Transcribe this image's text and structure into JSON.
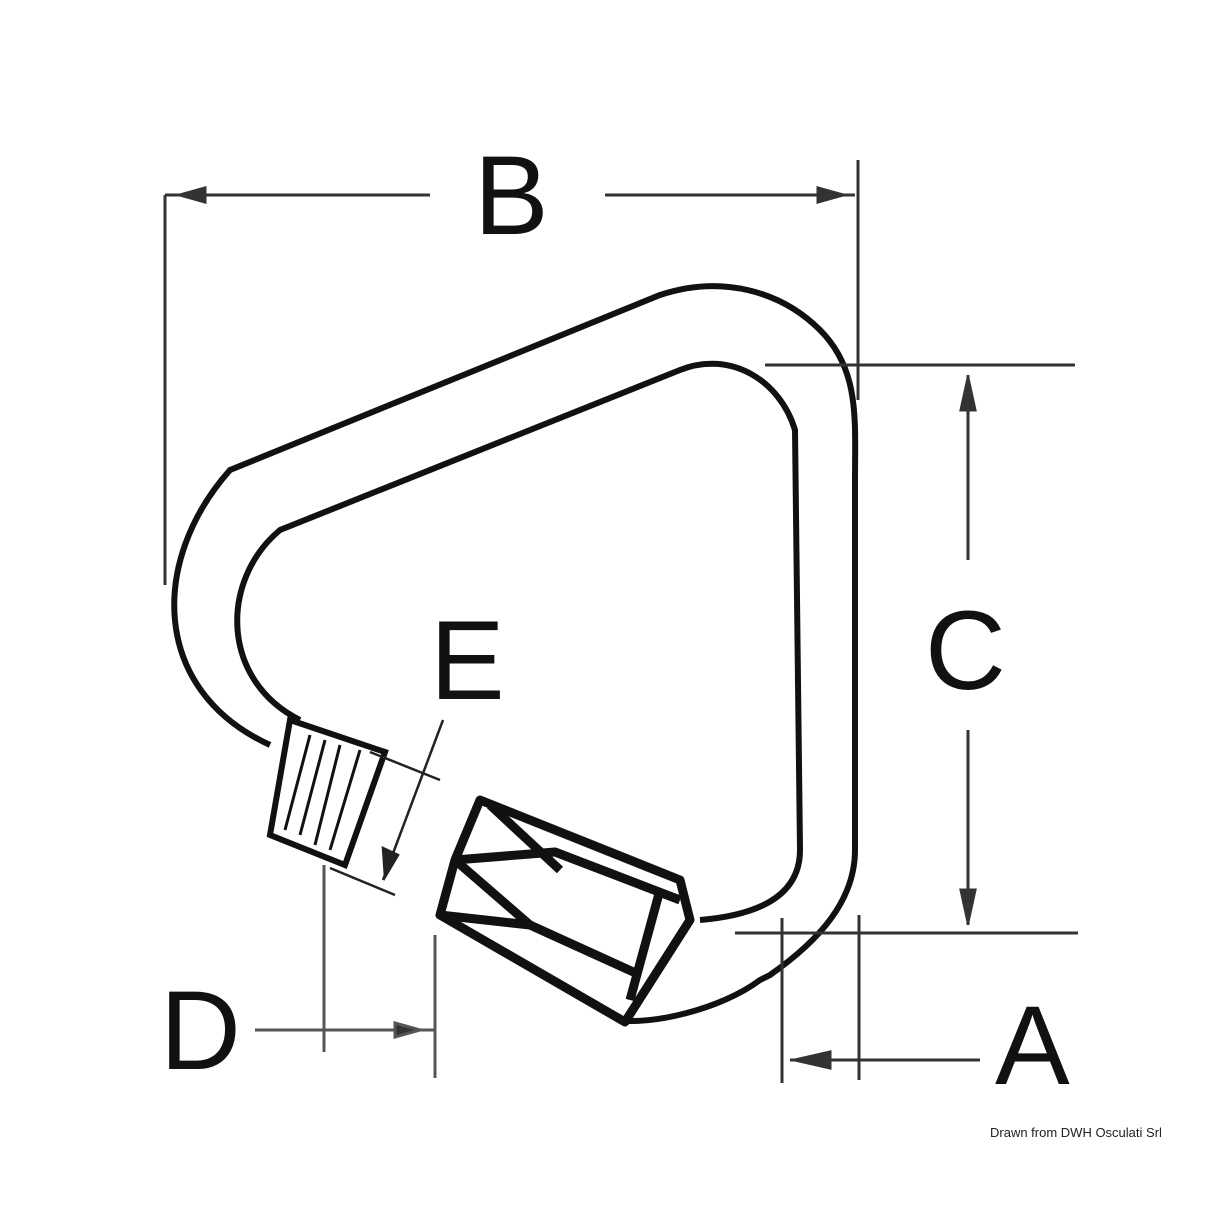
{
  "diagram": {
    "subject": "Triangular screw-lock quick link (delta maillon)",
    "dimension_labels": {
      "A": "A",
      "B": "B",
      "C": "C",
      "D": "D",
      "E": "E"
    },
    "credit": "Drawn from DWH Osculati Srl",
    "colors": {
      "line": "#111111",
      "dimension": "#333333",
      "background": "#ffffff"
    }
  }
}
